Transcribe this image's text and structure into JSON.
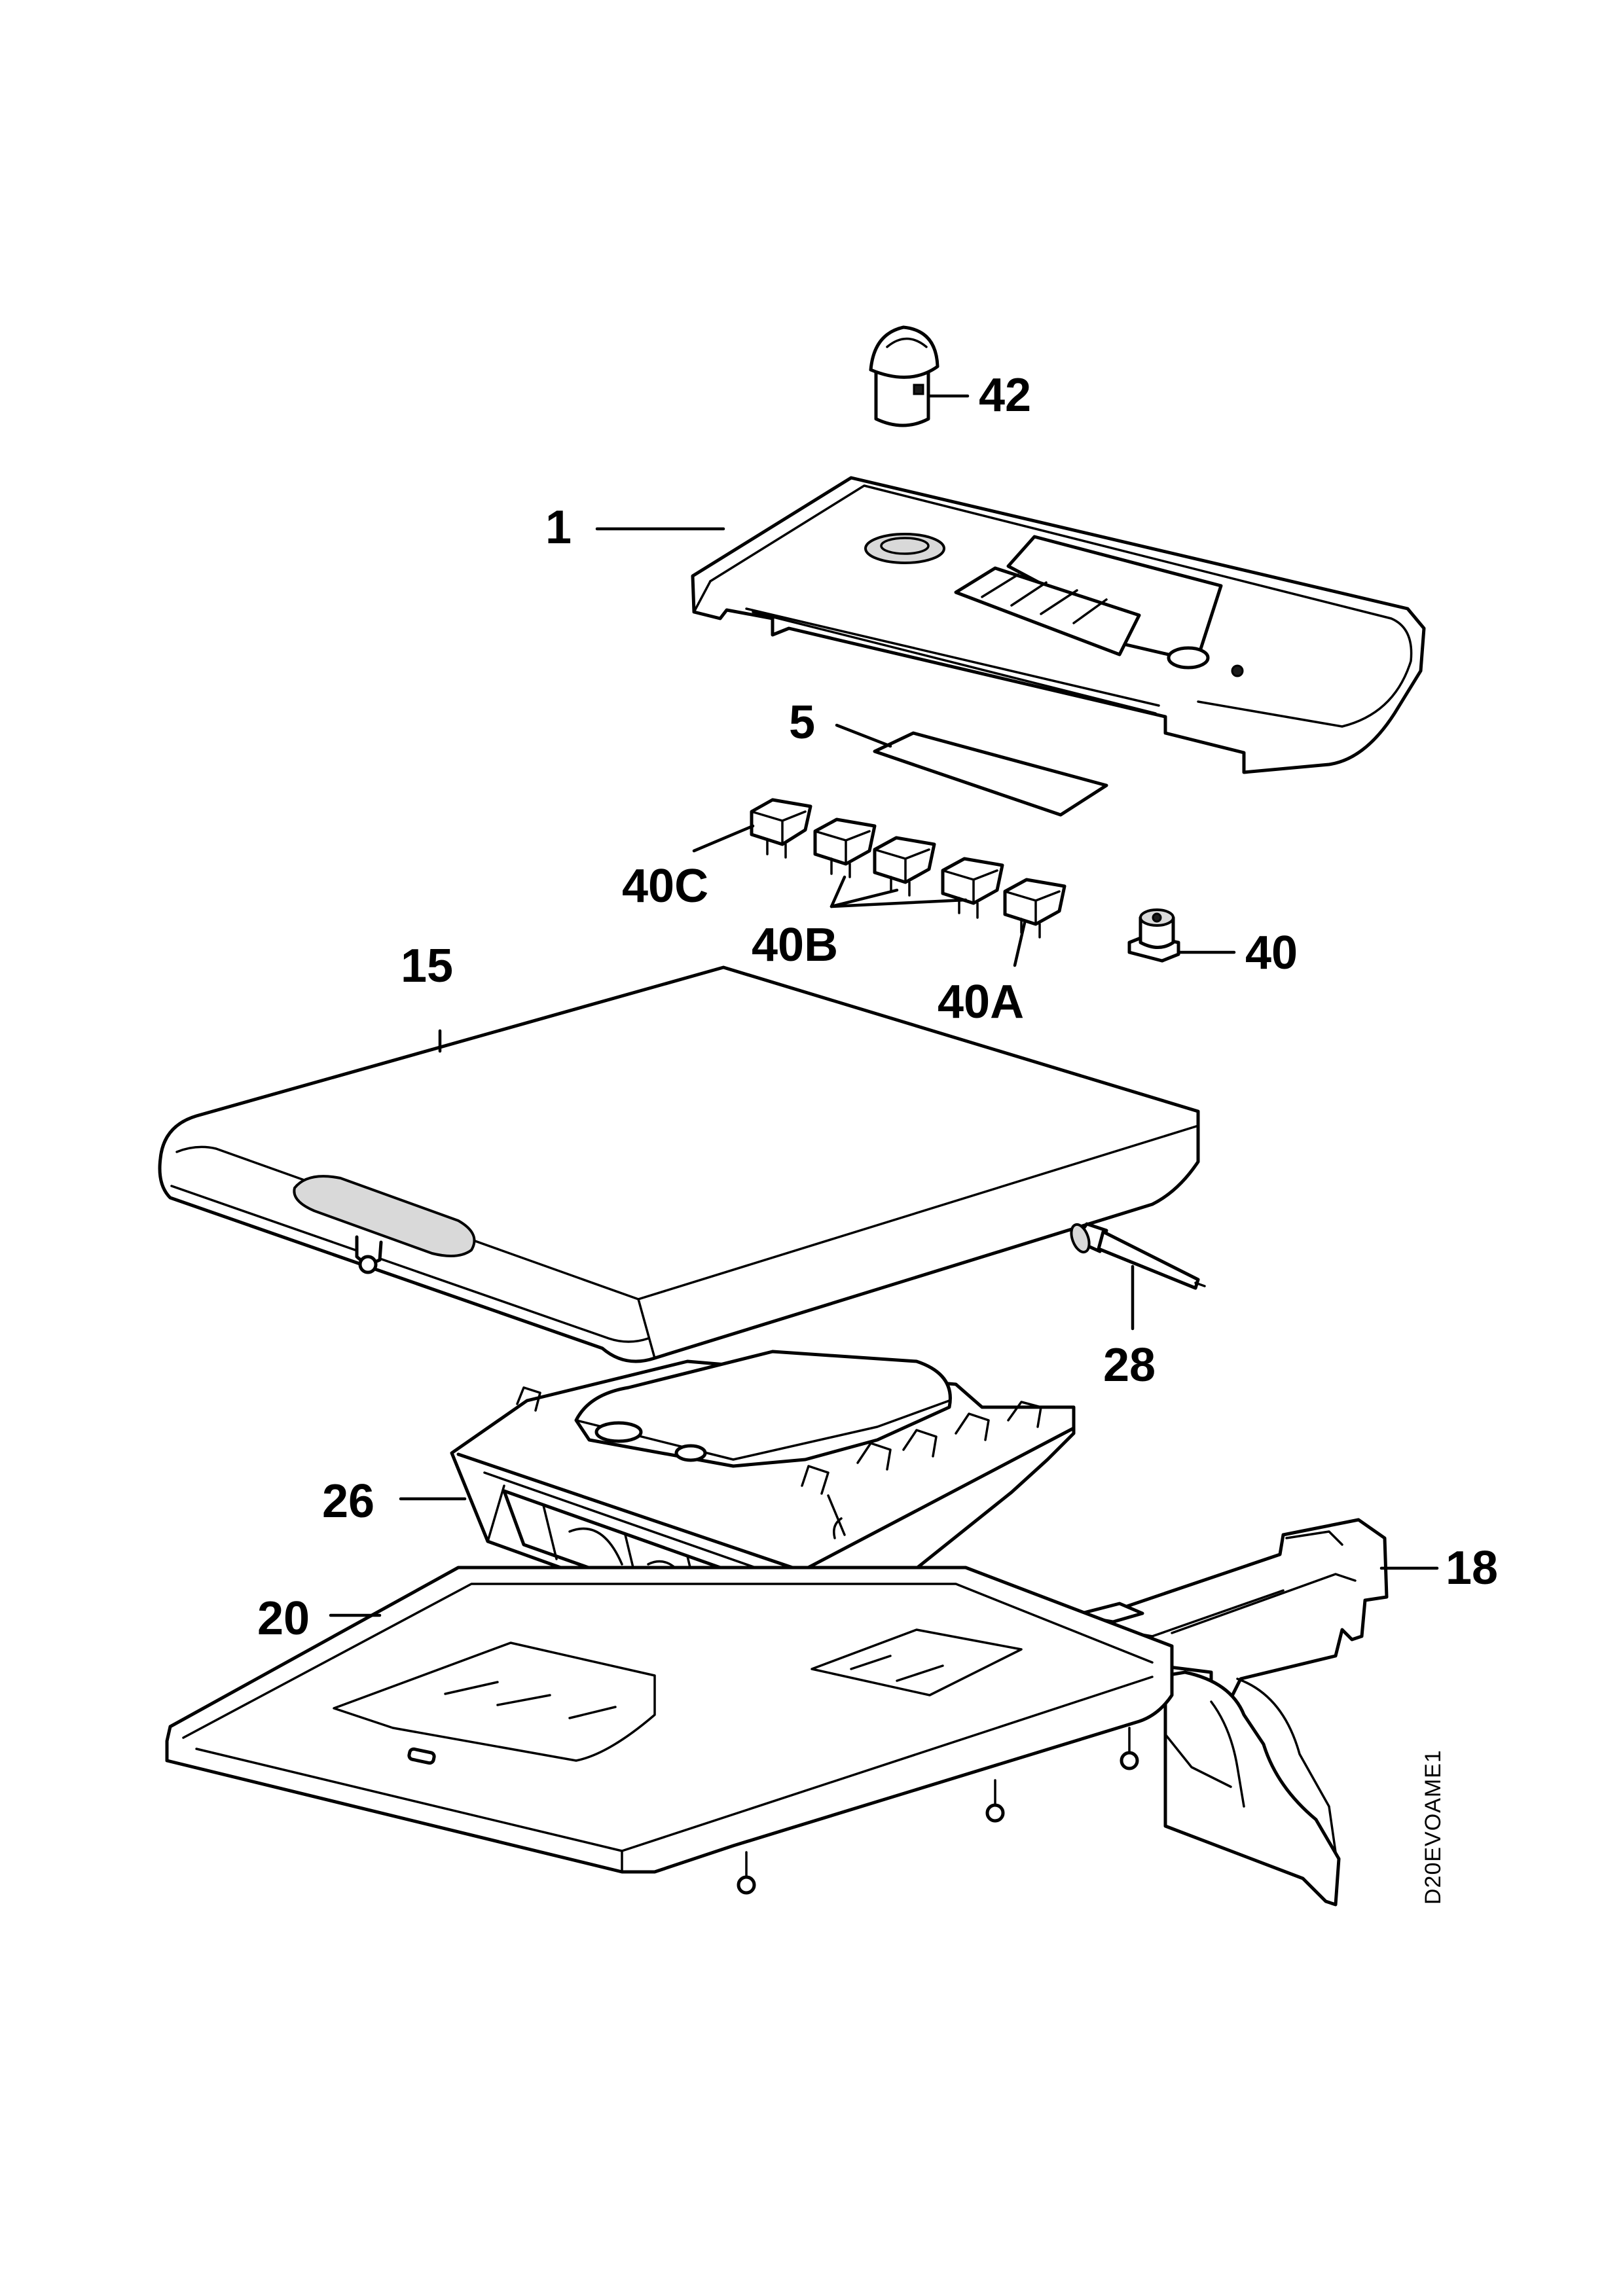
{
  "callouts": {
    "p42": "42",
    "p1": "1",
    "p5": "5",
    "p40c": "40C",
    "p40b": "40B",
    "p40a": "40A",
    "p40": "40",
    "p15": "15",
    "p28": "28",
    "p26": "26",
    "p20": "20",
    "p18": "18"
  },
  "drawing_code": "D20EVOAME1",
  "colors": {
    "line": "#000000",
    "background": "#ffffff"
  }
}
